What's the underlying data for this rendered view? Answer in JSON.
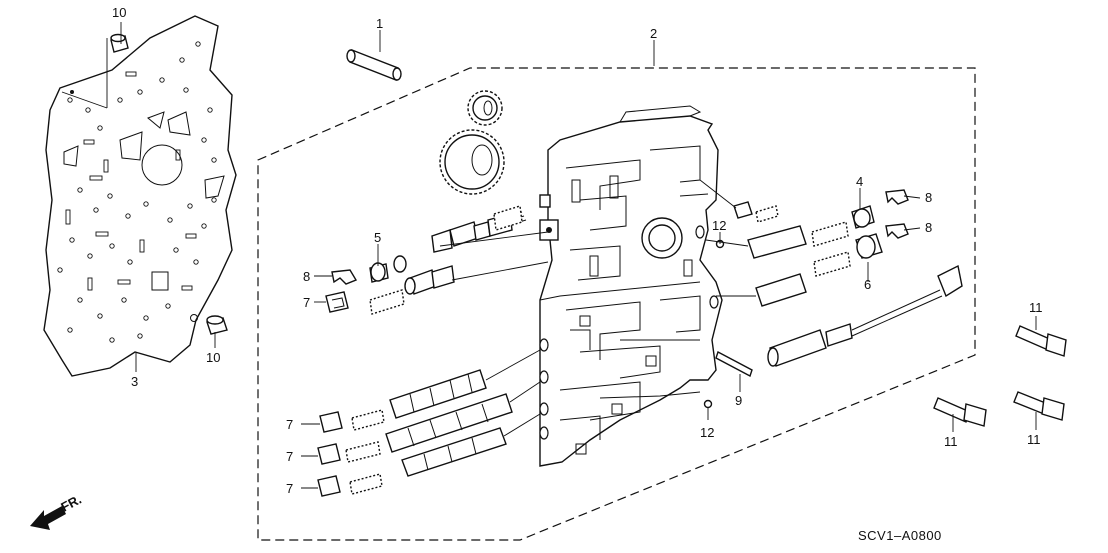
{
  "callouts": {
    "c1": "1",
    "c2": "2",
    "c3": "3",
    "c4": "4",
    "c5": "5",
    "c6": "6",
    "c7": "7",
    "c8": "8",
    "c9": "9",
    "c10": "10",
    "c11": "11",
    "c12": "12"
  },
  "diagram_code": "SCV1–A0800",
  "front_indicator": "FR.",
  "colors": {
    "line": "#111111",
    "background": "#ffffff"
  },
  "icons": {
    "front_arrow": "arrow-icon"
  }
}
